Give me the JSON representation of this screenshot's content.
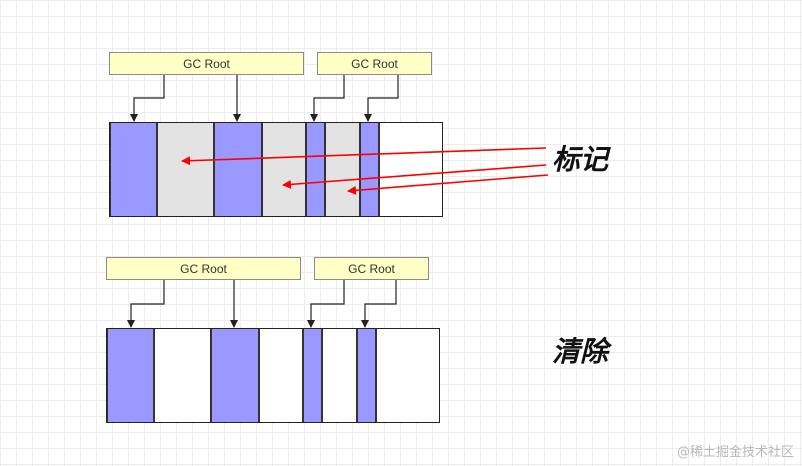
{
  "gc_root_label": "GC Root",
  "mark_label": "标记",
  "sweep_label": "清除",
  "watermark": "@稀土掘金技术社区",
  "colors": {
    "live_object": "#9999ff",
    "garbage_object": "#e3e3e3",
    "free_space": "#ffffff",
    "gc_root_fill": "#ffffc6",
    "arrow_red": "#ff0000"
  },
  "mark_phase": {
    "gc_roots": [
      "GC Root",
      "GC Root"
    ],
    "cells": [
      "live",
      "garbage",
      "live",
      "garbage",
      "live",
      "garbage",
      "live",
      "free"
    ]
  },
  "sweep_phase": {
    "gc_roots": [
      "GC Root",
      "GC Root"
    ],
    "cells": [
      "live",
      "free",
      "live",
      "free",
      "live",
      "free",
      "live",
      "free"
    ]
  }
}
